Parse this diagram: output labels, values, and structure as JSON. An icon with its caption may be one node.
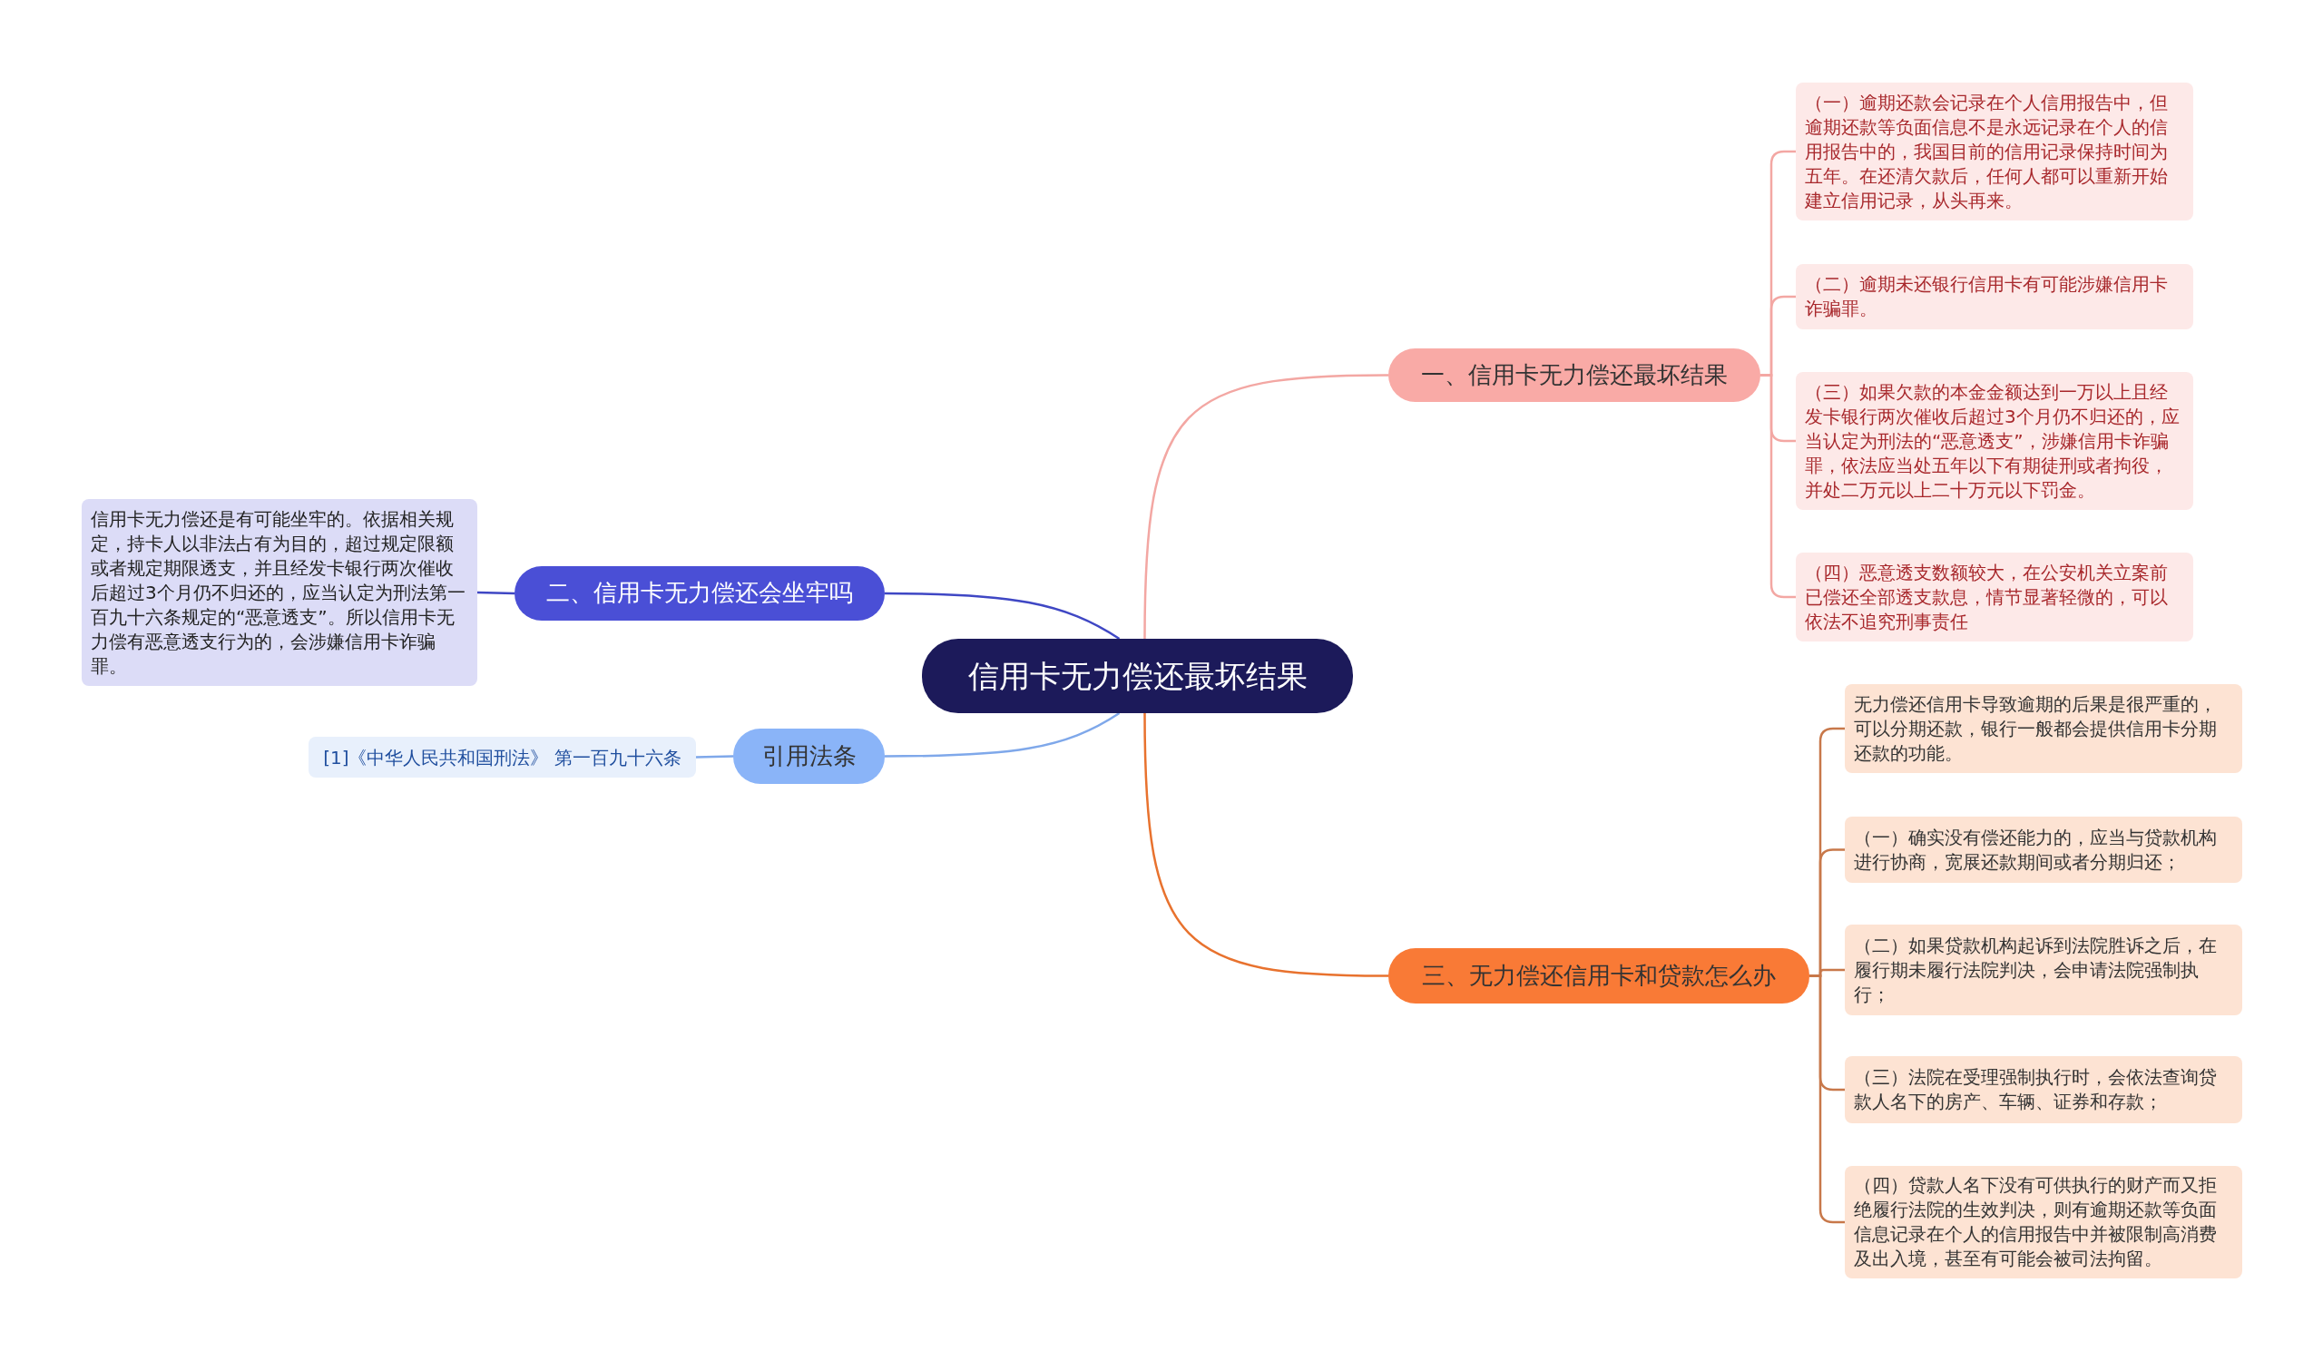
{
  "diagram": {
    "nodes": [
      {
        "text": [
          "信用卡无力偿还最坏结果"
        ]
      },
      {
        "text": [
          "一、信用卡无力偿还最坏结果"
        ]
      },
      {
        "text": [
          "（一）逾期还款会记录在个人信用报告中，但逾期还款等负面信息不是永远记录在个人的信用报告中的，我国目前的信用记录保持时间为五年。在还清欠款后，任何人都可以重新开始建立信用记录，从头再来。"
        ]
      },
      {
        "text": [
          "（二）逾期未还银行信用卡有可能涉嫌信用卡诈骗罪。"
        ]
      },
      {
        "text": [
          "（三）如果欠款的本金金额达到一万以上且经发卡银行两次催收后超过3个月仍不归还的，应当认定为刑法的“恶意透支”，涉嫌信用卡诈骗罪，依法应当处五年以下有期徒刑或者拘役，并处二万元以上二十万元以下罚金。"
        ]
      },
      {
        "text": [
          "（四）恶意透支数额较大，在公安机关立案前已偿还全部透支款息，情节显著轻微的，可以依法不追究刑事责任"
        ]
      },
      {
        "text": [
          "二、信用卡无力偿还会坐牢吗"
        ]
      },
      {
        "text": [
          "信用卡无力偿还是有可能坐牢的。依据相关规定，持卡人以非法占有为目的，超过规定限额或者规定期限透支，并且经发卡银行两次催收后超过3个月仍不归还的，应当认定为刑法第一百九十六条规定的“恶意透支”。所以信用卡无力偿有恶意透支行为的，会涉嫌信用卡诈骗罪。"
        ]
      },
      {
        "text": [
          "引用法条"
        ]
      },
      {
        "text": [
          "[1]《中华人民共和国刑法》 第一百九十六条"
        ]
      },
      {
        "text": [
          "三、无力偿还信用卡和贷款怎么办"
        ]
      },
      {
        "text": [
          "无力偿还信用卡导致逾期的后果是很严重的，可以分期还款，银行一般都会提供信用卡分期还款的功能。"
        ]
      },
      {
        "text": [
          "（一）确实没有偿还能力的，应当与贷款机构进行协商，宽展还款期间或者分期归还；"
        ]
      },
      {
        "text": [
          "（二）如果贷款机构起诉到法院胜诉之后，在履行期未履行法院判决，会申请法院强制执行；"
        ]
      },
      {
        "text": [
          "（三）法院在受理强制执行时，会依法查询贷款人名下的房产、车辆、证券和存款；"
        ]
      },
      {
        "text": [
          "（四）贷款人名下没有可供执行的财产而又拒绝履行法院的生效判决，则有逾期还款等负面信息记录在个人的信用报告中并被限制高消费及出入境，甚至有可能会被司法拘留。"
        ]
      }
    ],
    "edges": [
      {
        "from": 0,
        "to": 1,
        "arrow": "none",
        "color": "#f3a7a3"
      },
      {
        "from": 1,
        "to": 2,
        "arrow": "none",
        "color": "#f3a7a3"
      },
      {
        "from": 1,
        "to": 3,
        "arrow": "none",
        "color": "#f3a7a3"
      },
      {
        "from": 1,
        "to": 4,
        "arrow": "none",
        "color": "#f3a7a3"
      },
      {
        "from": 1,
        "to": 5,
        "arrow": "none",
        "color": "#f3a7a3"
      },
      {
        "from": 0,
        "to": 6,
        "arrow": "none",
        "color": "#3f47c4"
      },
      {
        "from": 6,
        "to": 7,
        "arrow": "none",
        "color": "#3f47c4"
      },
      {
        "from": 0,
        "to": 8,
        "arrow": "none",
        "color": "#7fa8ea"
      },
      {
        "from": 8,
        "to": 9,
        "arrow": "none",
        "color": "#7fa8ea"
      },
      {
        "from": 0,
        "to": 10,
        "arrow": "none",
        "color": "#e8722e"
      },
      {
        "from": 10,
        "to": 11,
        "arrow": "none",
        "color": "#c8784a"
      },
      {
        "from": 10,
        "to": 12,
        "arrow": "none",
        "color": "#c8784a"
      },
      {
        "from": 10,
        "to": 13,
        "arrow": "none",
        "color": "#c8784a"
      },
      {
        "from": 10,
        "to": 14,
        "arrow": "none",
        "color": "#c8784a"
      },
      {
        "from": 10,
        "to": 15,
        "arrow": "none",
        "color": "#c8784a"
      }
    ]
  }
}
